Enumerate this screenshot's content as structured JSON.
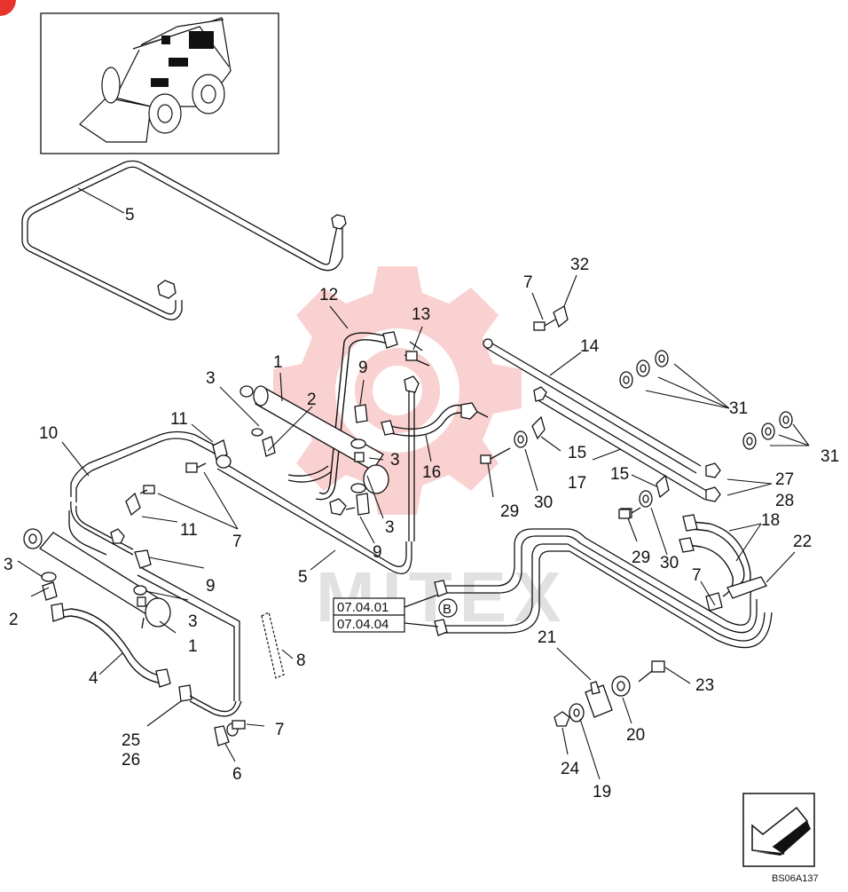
{
  "diagram": {
    "drawing_code": "BS06A137",
    "watermark_text": "MITEX",
    "reference_labels": [
      "07.04.01",
      "07.04.04"
    ],
    "reference_marker": "B",
    "callouts": [
      "5",
      "12",
      "13",
      "7",
      "32",
      "14",
      "31",
      "31",
      "1",
      "2",
      "3",
      "9",
      "3",
      "11",
      "10",
      "16",
      "15",
      "17",
      "15",
      "27",
      "28",
      "11",
      "7",
      "29",
      "30",
      "3",
      "9",
      "18",
      "22",
      "7",
      "29",
      "30",
      "5",
      "9",
      "3",
      "2",
      "3",
      "1",
      "8",
      "4",
      "21",
      "23",
      "20",
      "25",
      "26",
      "7",
      "6",
      "24",
      "19"
    ]
  },
  "colors": {
    "watermark_gear": "#e8342f",
    "watermark_text": "#c9c9c9",
    "ink": "#111111"
  }
}
